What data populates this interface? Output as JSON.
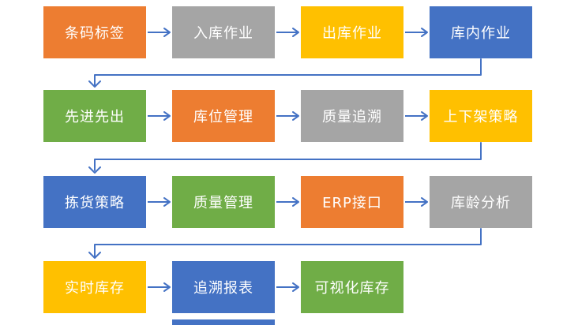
{
  "diagram": {
    "rows": [
      {
        "boxes": [
          {
            "label": "条码标签",
            "color": "orange"
          },
          {
            "label": "入库作业",
            "color": "gray"
          },
          {
            "label": "出库作业",
            "color": "yellow"
          },
          {
            "label": "库内作业",
            "color": "blue"
          }
        ]
      },
      {
        "boxes": [
          {
            "label": "先进先出",
            "color": "green"
          },
          {
            "label": "库位管理",
            "color": "orange"
          },
          {
            "label": "质量追溯",
            "color": "gray"
          },
          {
            "label": "上下架策略",
            "color": "yellow"
          }
        ]
      },
      {
        "boxes": [
          {
            "label": "拣货策略",
            "color": "blue"
          },
          {
            "label": "质量管理",
            "color": "green"
          },
          {
            "label": "ERP接口",
            "color": "orange"
          },
          {
            "label": "库龄分析",
            "color": "gray"
          }
        ]
      },
      {
        "boxes": [
          {
            "label": "实时库存",
            "color": "yellow"
          },
          {
            "label": "追溯报表",
            "color": "blue"
          },
          {
            "label": "可视化库存",
            "color": "green"
          }
        ]
      }
    ],
    "partial_next_row_box": {
      "color": "blue",
      "label": ""
    },
    "palette": {
      "orange": "#ED7D31",
      "gray": "#A5A5A5",
      "yellow": "#FFC000",
      "blue": "#4472C4",
      "green": "#70AD47",
      "connector": "#4472C4",
      "label_text": "#FFFFFF"
    },
    "icons": {
      "right_arrow": "→",
      "down_arrow": "↓"
    }
  }
}
